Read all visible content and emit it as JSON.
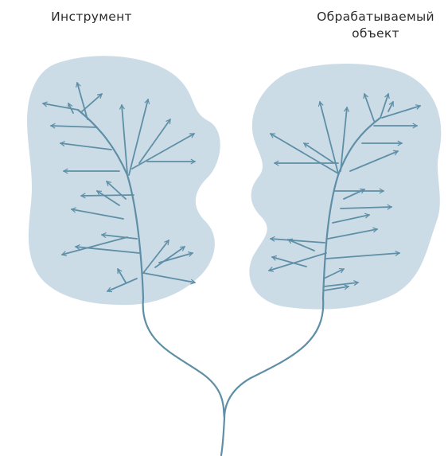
{
  "labels": {
    "left": "Инструмент",
    "right_line1": "Обрабатываемый",
    "right_line2": "объект"
  },
  "colors": {
    "blob": "#ccdce7",
    "branch": "#5e8fa6"
  }
}
